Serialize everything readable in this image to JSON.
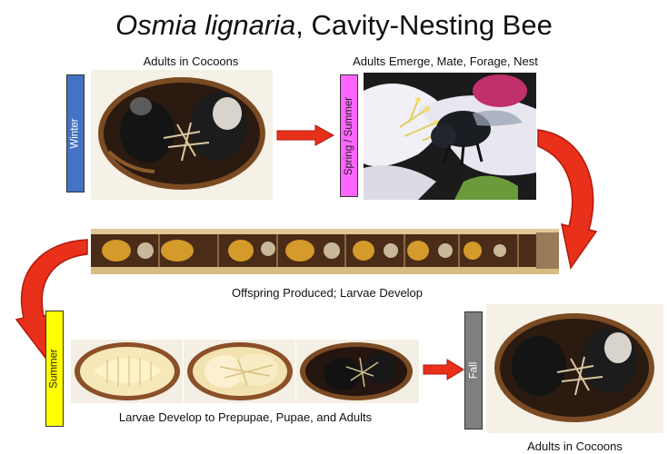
{
  "title": {
    "species": "Osmia lignaria",
    "rest": ", Cavity-Nesting Bee"
  },
  "captions": {
    "adults_in_cocoons_top": "Adults in Cocoons",
    "adults_emerge": "Adults Emerge, Mate, Forage, Nest",
    "offspring": "Offspring Produced; Larvae Develop",
    "larvae_develop": "Larvae Develop to Prepupae, Pupae, and Adults",
    "adults_in_cocoons_bottom": "Adults in Cocoons"
  },
  "seasons": {
    "winter": {
      "label": "Winter",
      "color": "#4472c4",
      "text_color": "#ffffff"
    },
    "spring_summer": {
      "label": "Spring / Summer",
      "color": "#ff66ff",
      "text_color": "#222222"
    },
    "summer": {
      "label": "Summer",
      "color": "#ffff00",
      "text_color": "#222222"
    },
    "fall": {
      "label": "Fall",
      "color": "#7f7f7f",
      "text_color": "#ffffff"
    }
  },
  "colors": {
    "arrow": "#e8301a",
    "arrow_dark": "#b01a0c"
  }
}
